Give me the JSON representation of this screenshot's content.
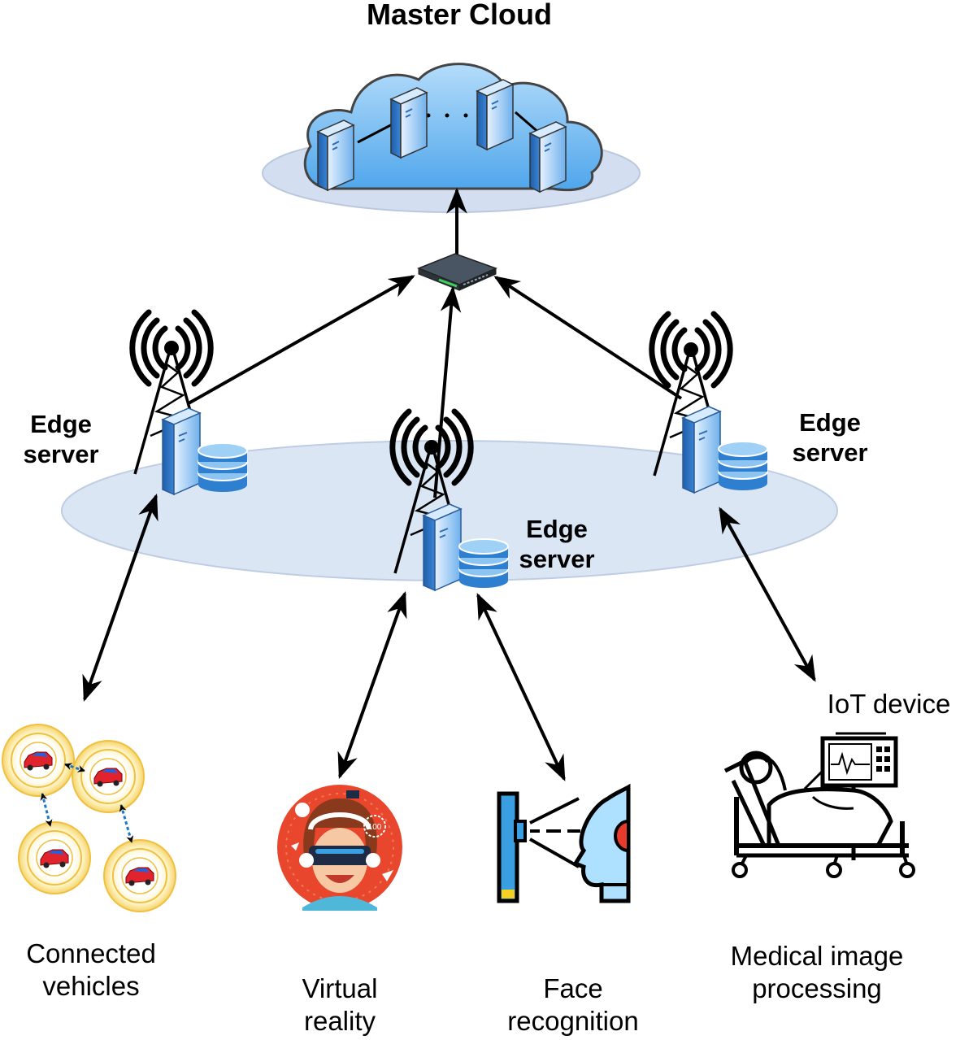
{
  "title": "Master Cloud",
  "edge_servers": [
    {
      "line1": "Edge",
      "line2": "server"
    },
    {
      "line1": "Edge",
      "line2": "server"
    },
    {
      "line1": "Edge",
      "line2": "server"
    }
  ],
  "iot_label": "IoT device",
  "applications": [
    {
      "line1": "Connected",
      "line2": "vehicles"
    },
    {
      "line1": "Virtual",
      "line2": "reality"
    },
    {
      "line1": "Face",
      "line2": "recognition"
    },
    {
      "line1": "Medical image",
      "line2": "processing"
    }
  ],
  "vr_badge": "100",
  "colors": {
    "cloud_fill": "#7fc4f5",
    "cloud_outline": "#444444",
    "ellipse_fill": "#dbe6f5",
    "server_blue": "#2f7fd0",
    "arrow": "#000000",
    "vehicle_ring": "#f0c040",
    "vr_circle": "#e9472d"
  }
}
